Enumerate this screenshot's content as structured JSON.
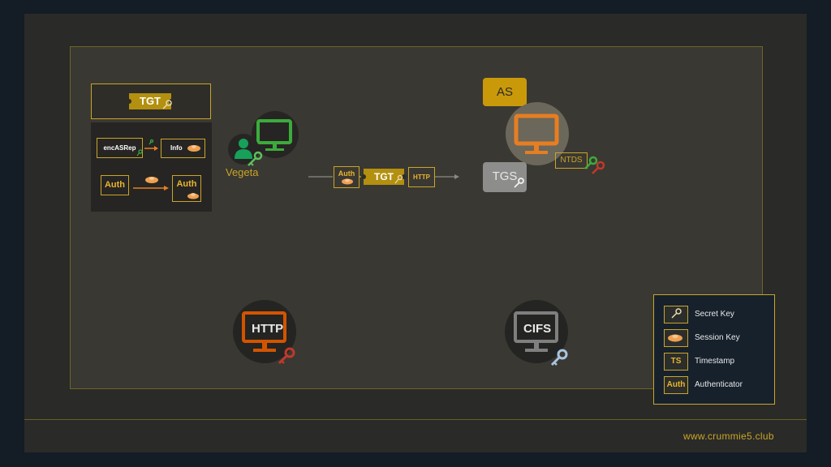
{
  "tgt_panel": {
    "ticket_label": "TGT",
    "enc_label": "encASRep",
    "info_label": "Info",
    "auth_left": "Auth",
    "auth_right": "Auth"
  },
  "client": {
    "name": "Vegeta"
  },
  "message": {
    "auth_label": "Auth",
    "ticket_label": "TGT",
    "service_label": "HTTP"
  },
  "kdc": {
    "as_label": "AS",
    "tgs_label": "TGS",
    "ntds_label": "NTDS"
  },
  "servers": {
    "http_label": "HTTP",
    "cifs_label": "CIFS"
  },
  "legend": {
    "items": [
      {
        "icon_text": "",
        "label": "Secret Key"
      },
      {
        "icon_text": "",
        "label": "Session Key"
      },
      {
        "icon_text": "TS",
        "label": "Timestamp"
      },
      {
        "icon_text": "Auth",
        "label": "Authenticator"
      }
    ]
  },
  "footer": {
    "url": "www.crummie5.club"
  },
  "colors": {
    "gold": "#c9a52a",
    "orange": "#e67e22",
    "green": "#3cab3c",
    "red": "#c0392b"
  }
}
